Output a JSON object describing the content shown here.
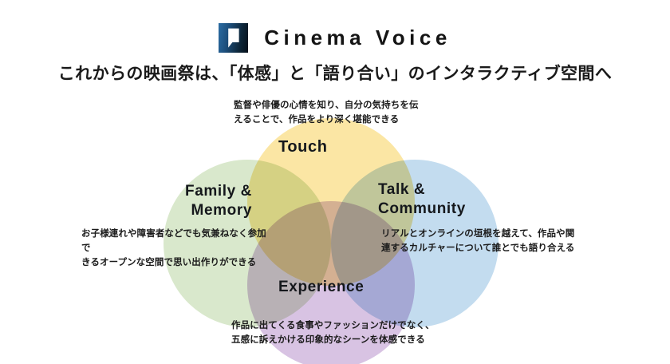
{
  "header": {
    "logo_icon": "cinema-voice-logo-mark",
    "wordmark": "Cinema  Voice",
    "subtitle": "これからの映画祭は、「体感」と「語り合い」のインタラクティブ空間へ"
  },
  "venn": {
    "circles": [
      {
        "id": "touch",
        "label": "Touch",
        "color": "#fbe6a4",
        "position": "top"
      },
      {
        "id": "talk",
        "label": "Talk &\nCommunity",
        "color": "#c3dcef",
        "position": "right"
      },
      {
        "id": "family",
        "label": "Family &\nMemory",
        "color": "#d9e8cc",
        "position": "left"
      },
      {
        "id": "experience",
        "label": "Experience",
        "color": "#d8c3e3",
        "position": "bottom"
      }
    ],
    "label_touch_line1": "Touch",
    "label_talk_line1": "Talk &",
    "label_talk_line2": "Community",
    "label_family_line1": "Family &",
    "label_family_line2": "Memory",
    "label_experience_line1": "Experience"
  },
  "captions": {
    "top_line1": "監督や俳優の心情を知り、自分の気持ちを伝",
    "top_line2": "えることで、作品をより深く堪能できる",
    "left_line1": "お子様連れや障害者などでも気兼ねなく参加で",
    "left_line2": "きるオープンな空間で思い出作りができる",
    "right_line1": "リアルとオンラインの垣根を越えて、作品や関",
    "right_line2": "連するカルチャーについて誰とでも語り合える",
    "bottom_line1": "作品に出てくる食事やファッションだけでなく、",
    "bottom_line2": "五感に訴えかける印象的なシーンを体感できる"
  },
  "colors": {
    "background": "#ffffff",
    "text": "#1a1a1a",
    "logo_blue": "#2b6ca3",
    "logo_dark": "#05101a"
  }
}
